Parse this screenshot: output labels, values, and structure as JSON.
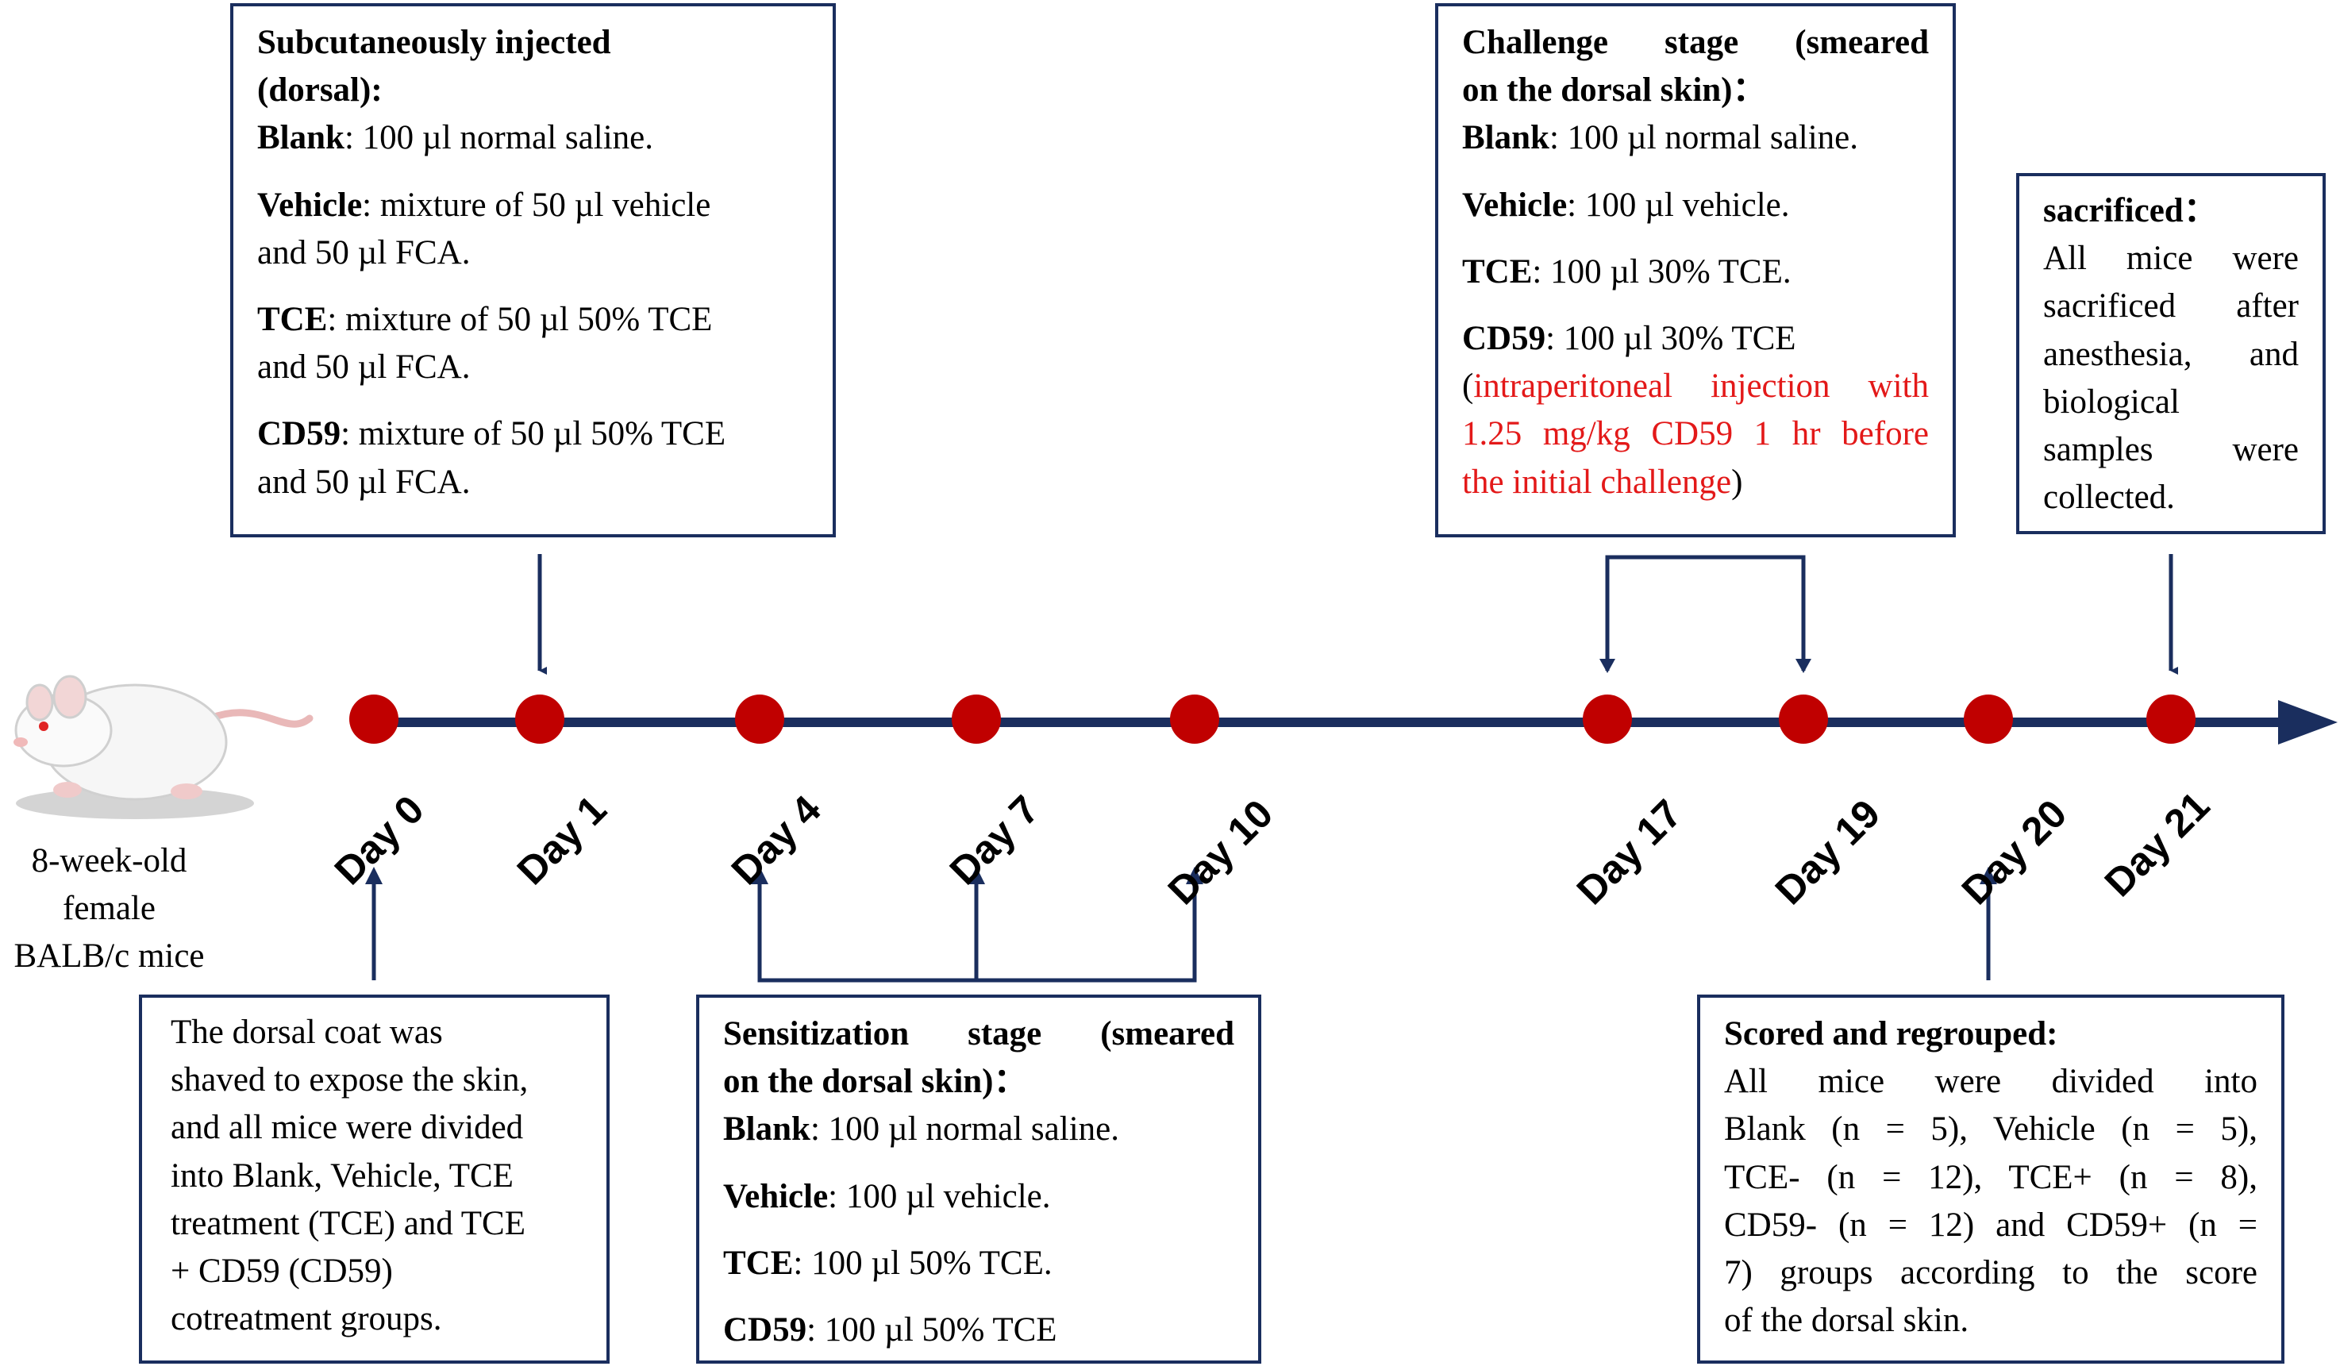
{
  "colors": {
    "line": "#1a2e5e",
    "dot": "#c00000",
    "highlight": "#e31919"
  },
  "mouse": {
    "icon": "white-mouse-icon",
    "label_lines": [
      "8-week-old",
      "female",
      "BALB/c mice"
    ]
  },
  "timeline_days": [
    "Day 0",
    "Day 1",
    "Day 4",
    "Day 7",
    "Day 10",
    "Day 17",
    "Day 19",
    "Day 20",
    "Day 21"
  ],
  "box_day1": {
    "title_lines": [
      "Subcutaneously injected",
      "(dorsal):"
    ],
    "items": [
      {
        "name": "Blank",
        "lines": [
          ": 100 µl normal saline."
        ]
      },
      {
        "name": "Vehicle",
        "lines": [
          ": mixture of 50 µl vehicle",
          "and 50 µl FCA."
        ]
      },
      {
        "name": "TCE",
        "lines": [
          ": mixture of 50 µl 50% TCE",
          "and 50 µl FCA."
        ]
      },
      {
        "name": "CD59",
        "lines": [
          ": mixture of 50 µl 50% TCE",
          "and 50 µl FCA."
        ]
      }
    ]
  },
  "box_challenge": {
    "title_lines": [
      "Challenge stage (smeared",
      "on the dorsal skin)："
    ],
    "items": [
      {
        "name": "Blank",
        "text": ": 100 µl normal saline."
      },
      {
        "name": "Vehicle",
        "text": ": 100 µl vehicle."
      },
      {
        "name": "TCE",
        "text": ": 100 µl 30% TCE."
      },
      {
        "name": "CD59",
        "text": ": 100 µl  30% TCE"
      }
    ],
    "note_open": "(",
    "note_lines": [
      "intraperitoneal injection with",
      "1.25 mg/kg CD59 1 hr before",
      "the initial challenge"
    ],
    "note_close": ")"
  },
  "box_sacrificed": {
    "title": "sacrificed：",
    "lines": [
      "All mice were",
      "sacrificed after",
      "anesthesia, and",
      "biological",
      "samples were",
      "collected."
    ]
  },
  "box_day0": {
    "lines": [
      "The dorsal coat was",
      "shaved to expose the skin,",
      "and all mice were divided",
      "into Blank, Vehicle, TCE",
      "treatment (TCE) and TCE",
      "+ CD59 (CD59)",
      "cotreatment groups."
    ]
  },
  "box_sensitization": {
    "title_lines": [
      "Sensitization stage (smeared",
      "on the dorsal skin)："
    ],
    "items": [
      {
        "name": "Blank",
        "text": ": 100 µl normal saline."
      },
      {
        "name": "Vehicle",
        "text": ": 100 µl vehicle."
      },
      {
        "name": "TCE",
        "text": ": 100 µl 50% TCE."
      },
      {
        "name": "CD59",
        "text": ": 100 µl  50% TCE"
      }
    ]
  },
  "box_scored": {
    "title": "Scored and regrouped:",
    "lines": [
      "All mice were divided into",
      "Blank (n = 5), Vehicle (n = 5),",
      "TCE- (n = 12), TCE+ (n = 8),",
      "CD59- (n = 12) and CD59+ (n =",
      "7) groups according to the score",
      "of the dorsal skin."
    ]
  }
}
